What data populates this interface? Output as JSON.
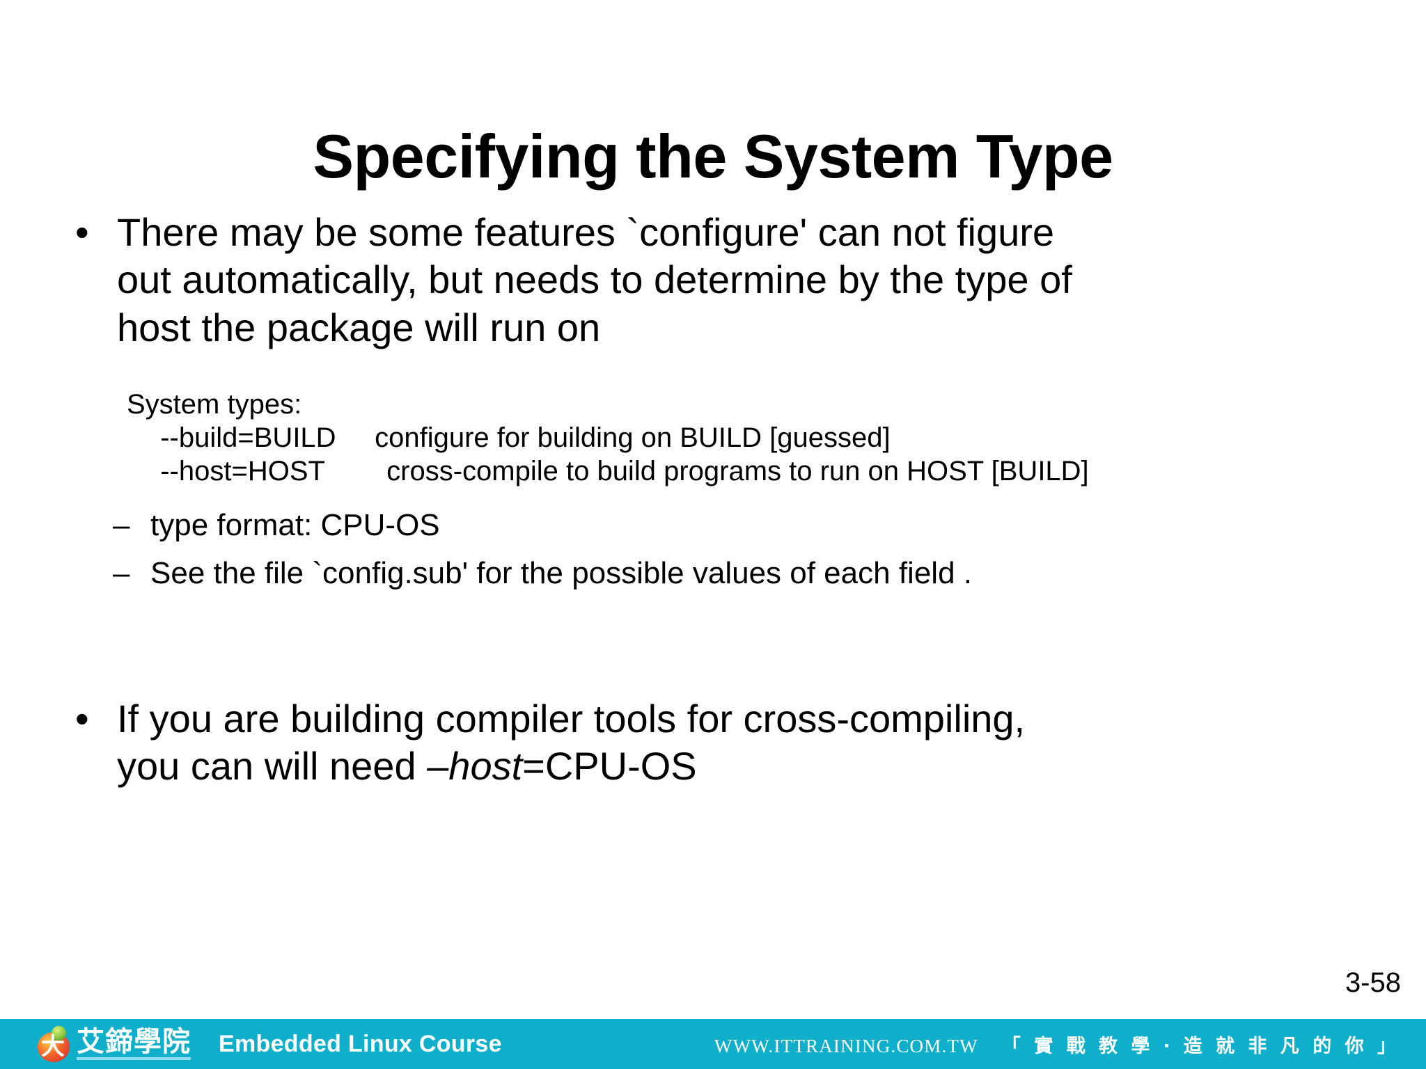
{
  "slide": {
    "title": "Specifying the System Type",
    "page_number": "3-58",
    "background_color": "#FFFFFF",
    "text_color": "#000000"
  },
  "bullets": {
    "marker": "•",
    "sub_marker": "–",
    "first": "There may be some features `configure' can not figure out automatically, but needs to determine by the type of host the package will run on",
    "last_prefix": "If you are building compiler tools for cross-compiling, you can will need  ",
    "last_italic": "–host",
    "last_suffix": "=CPU-OS"
  },
  "code_block": {
    "line1": "System types:",
    "line2": "  --build=BUILD     configure for building on BUILD [guessed]",
    "line3": "  --host=HOST        cross-compile to build programs to run on HOST [BUILD]"
  },
  "sub_bullets": [
    "type format: CPU-OS",
    "See the file `config.sub' for the possible values of each field ."
  ],
  "footer": {
    "bar_color": "#0FAFCC",
    "logo_glyph": "大",
    "logo_name": "艾鍗學院",
    "course": "Embedded Linux Course",
    "url": "WWW.ITTRAINING.COM.TW",
    "slogan": "「 實 戰 教 學 ‧ 造 就 非 凡 的 你 」"
  }
}
